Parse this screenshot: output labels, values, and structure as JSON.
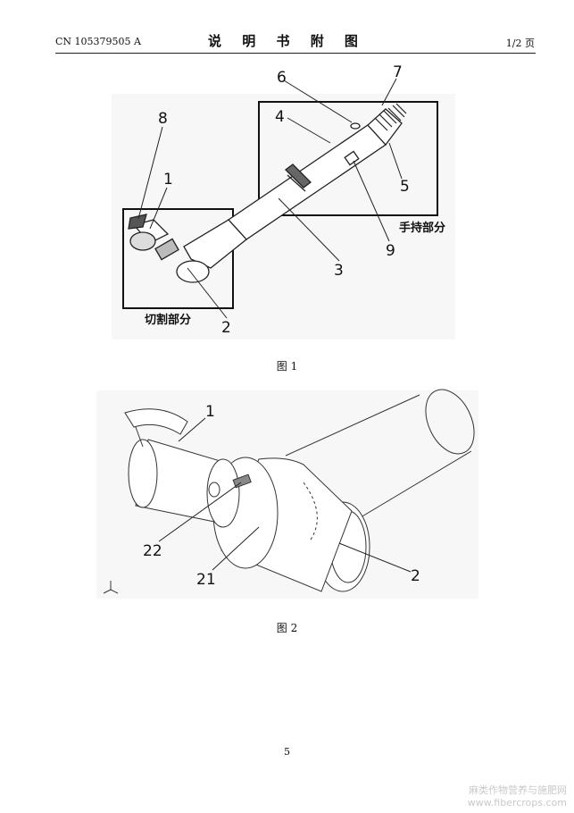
{
  "header": {
    "patent_number": "CN 105379505 A",
    "title": "说 明 书 附 图",
    "page_count": "1/2 页"
  },
  "figure1": {
    "caption": "图 1",
    "callouts": [
      "1",
      "2",
      "3",
      "4",
      "5",
      "6",
      "7",
      "8",
      "9"
    ],
    "region_labels": {
      "handheld": "手持部分",
      "cutting": "切割部分"
    }
  },
  "figure2": {
    "caption": "图 2",
    "callouts": [
      "1",
      "2",
      "21",
      "22"
    ]
  },
  "page_number": "5",
  "watermark": {
    "line1": "麻类作物营养与施肥网",
    "line2": "www.fibercrops.com"
  }
}
